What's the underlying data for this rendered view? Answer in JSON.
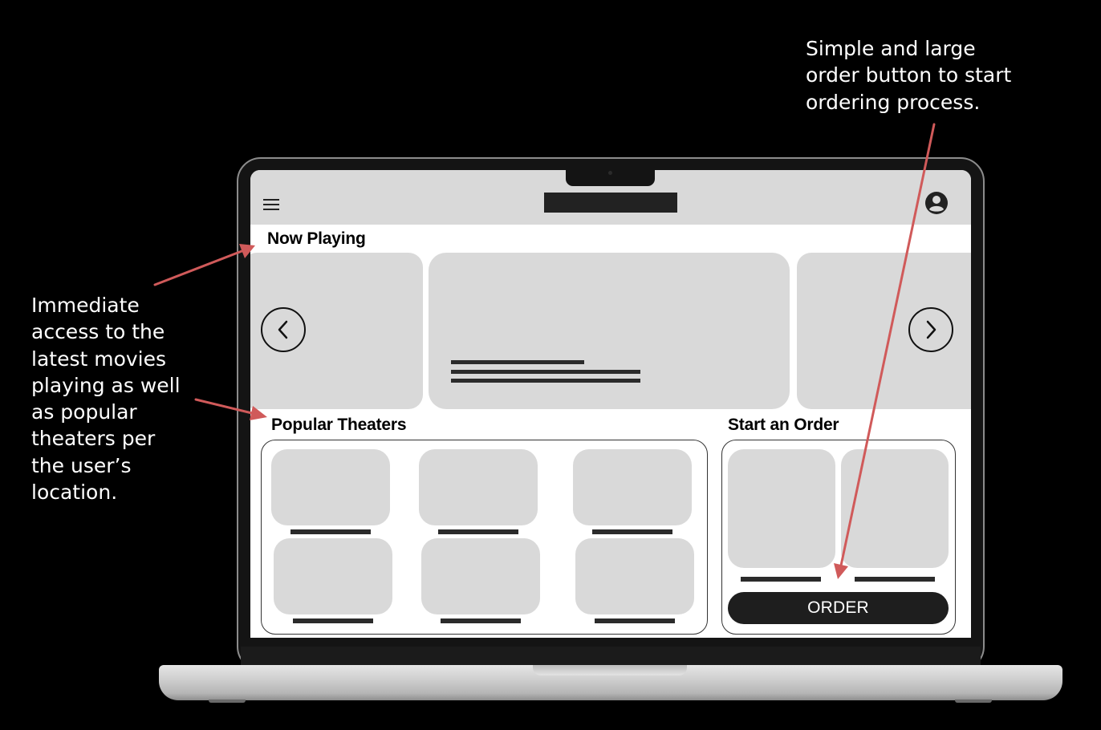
{
  "annotations": {
    "order_note": "Simple and large\norder button to start\nordering process.",
    "access_note": "Immediate\naccess to the\nlatest movies\nplaying as well\nas popular\ntheaters per\nthe user’s\nlocation."
  },
  "app": {
    "header": {
      "menu_icon": "hamburger-icon",
      "profile_icon": "user-circle-icon"
    },
    "now_playing": {
      "title": "Now Playing",
      "prev_icon": "chevron-left-icon",
      "next_icon": "chevron-right-icon"
    },
    "popular_theaters": {
      "title": "Popular Theaters"
    },
    "start_order": {
      "title": "Start an Order",
      "order_label": "ORDER"
    }
  },
  "colors": {
    "annotation_arrow": "#d05a5a",
    "placeholder": "#d9d9d9",
    "dark": "#1e1e1e"
  }
}
